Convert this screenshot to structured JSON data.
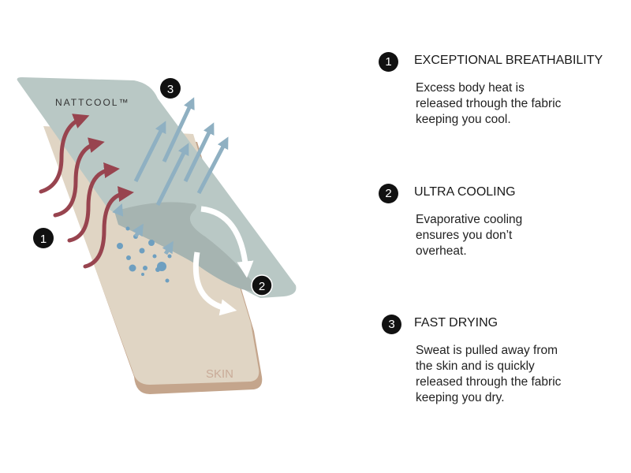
{
  "diagram": {
    "fabric_label": "NATTCOOL™",
    "skin_label": "SKIN",
    "markers": [
      "1",
      "2",
      "3"
    ]
  },
  "features": [
    {
      "number": "1",
      "title": "EXCEPTIONAL BREATHABILITY",
      "lines": [
        "Excess body heat is",
        "released trhough the fabric",
        "keeping you cool."
      ]
    },
    {
      "number": "2",
      "title": "ULTRA COOLING",
      "lines": [
        "Evaporative cooling",
        "ensures you don’t",
        "overheat."
      ]
    },
    {
      "number": "3",
      "title": "FAST DRYING",
      "lines": [
        "Sweat is pulled away from",
        "the skin and is quickly",
        "released through the fabric",
        "keeping you dry."
      ]
    }
  ],
  "colors": {
    "fabric": "#b9c8c5",
    "fabric_fold": "#a6b4b1",
    "skin": "#e0d5c4",
    "skin_edge": "#c4a58c",
    "heat_arrow": "#98444f",
    "vapor_arrow": "#8fb0c2",
    "drop": "#6e9fc0",
    "badge": "#111111"
  }
}
